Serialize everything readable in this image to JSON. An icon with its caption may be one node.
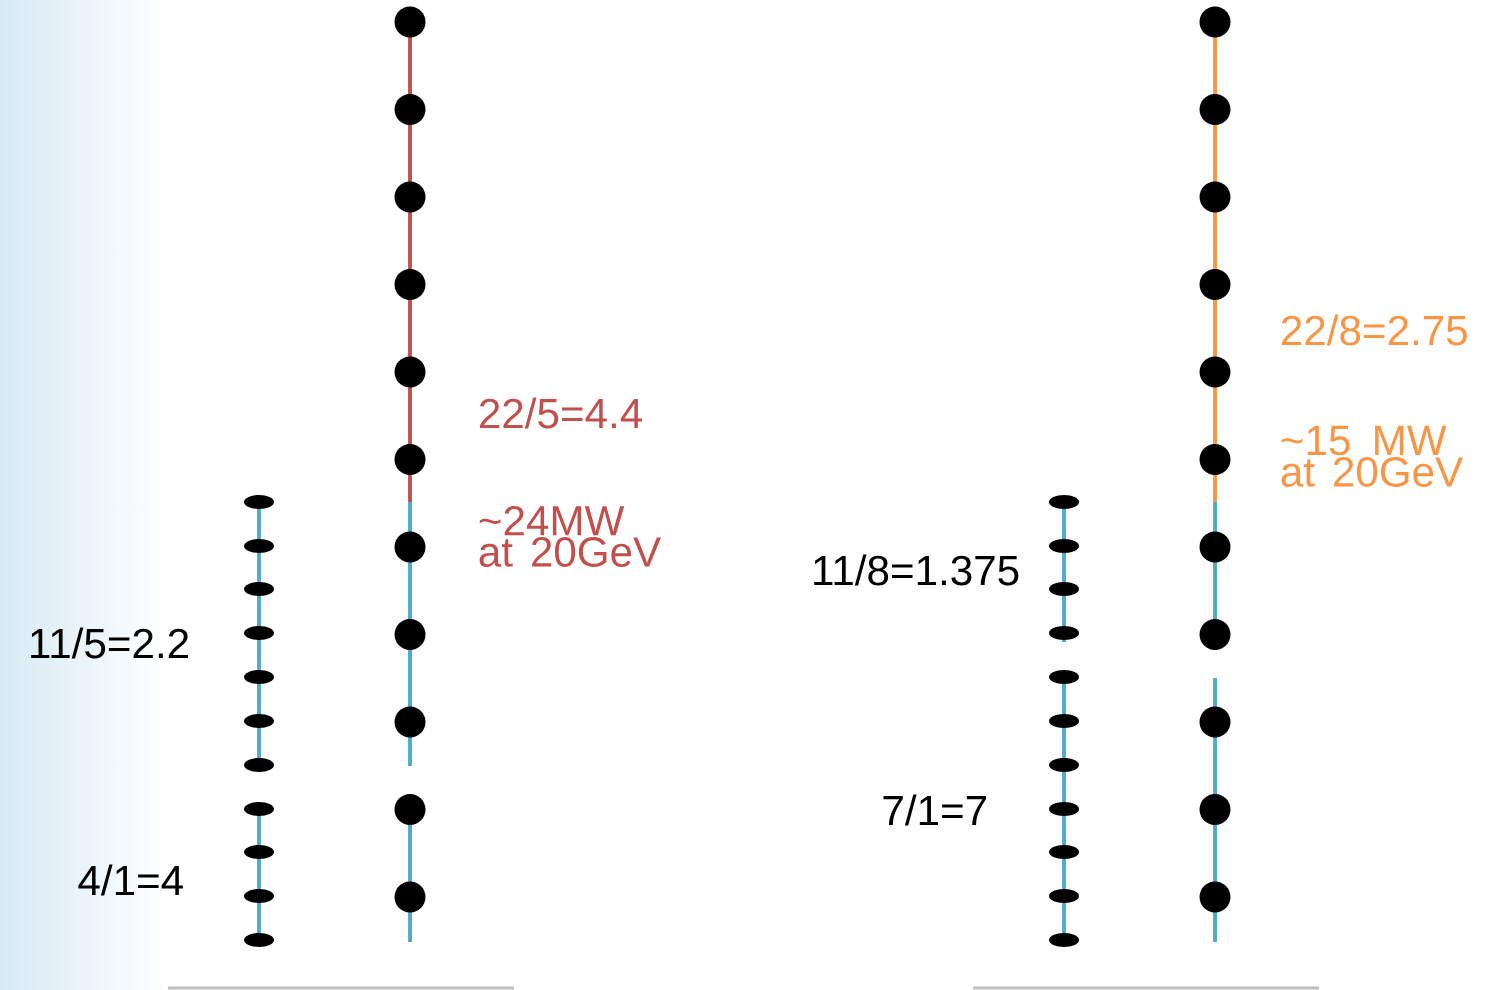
{
  "diagram": {
    "labels": [
      "22/8=2.75",
      "22/5=4.4",
      "~15 MW at 20GeV",
      "~24MW at 20GeV",
      "11/8=1.375",
      "11/5=2.2",
      "7/1=7",
      "4/1=4"
    ]
  }
}
